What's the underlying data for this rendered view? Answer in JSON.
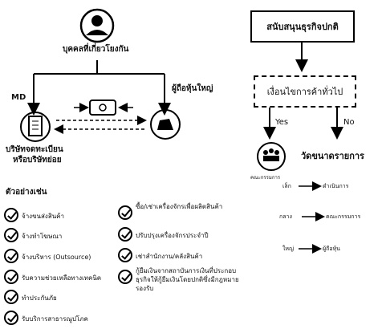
{
  "left": {
    "stakeholders": "บุคคลที่เกี่ยวโยงกัน",
    "md_label": "MD",
    "major_shareholder": "ผู้ถือหุ้นใหญ่",
    "company_label_line1": "บริษัทจดทะเบียน",
    "company_label_line2": "หรือบริษัทย่อย",
    "examples_title": "ตัวอย่างเช่น",
    "col1": [
      "จ้างขนส่งสินค้า",
      "จ้างทำโฆษณา",
      "จ้างบริหาร (Outsource)",
      "รับความช่วยเหลือทางเทคนิค",
      "ทำประกันภัย",
      "รับบริการสาธารณูปโภค"
    ],
    "col2": [
      "ซื้อ/เช่าเครื่องจักรเพื่อผลิตสินค้า",
      "ปรับปรุงเครื่องจักรประจำปี",
      "เช่าสำนักงาน/คลังสินค้า",
      "กู้ยืมเงินจากสถาบันการเงินที่ประกอบธุรกิจให้กู้ยืมเงินโดยปกติซึ่งมีกฎหมายรองรับ"
    ]
  },
  "right": {
    "top_box": "สนับสนุนธุรกิจปกติ",
    "decision_box": "เงื่อนไขการค้าทั่วไป",
    "yes": "Yes",
    "no": "No",
    "approval_caption": "คณะกรรมการ",
    "size_title": "วัดขนาดรายการ",
    "rows": [
      {
        "left": "เล็ก",
        "right": "ดำเนินการ"
      },
      {
        "left": "กลาง",
        "right": "คณะกรรมการ"
      },
      {
        "left": "ใหญ่",
        "right": "ผู้ถือหุ้น"
      }
    ]
  }
}
